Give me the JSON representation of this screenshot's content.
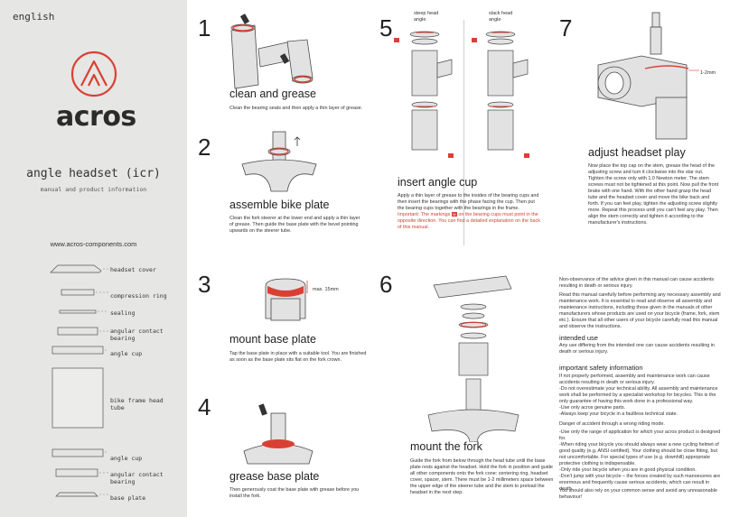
{
  "language": "english",
  "brand": "acros",
  "product": {
    "title": "angle headset (icr)",
    "subtitle": "manual and product information",
    "url": "www.acros-components.com"
  },
  "parts": [
    {
      "label": "headset cover"
    },
    {
      "label": "compression ring"
    },
    {
      "label": "sealing"
    },
    {
      "label": "angular contact bearing"
    },
    {
      "label": "angle cup"
    },
    {
      "label": "bike frame head tube"
    },
    {
      "label": "angle cup"
    },
    {
      "label": "angular contact bearing"
    },
    {
      "label": "base plate"
    }
  ],
  "steps": {
    "s1": {
      "num": "1",
      "title": "clean and grease",
      "text": "Clean the bearing seats and then apply a thin layer of grease."
    },
    "s2": {
      "num": "2",
      "title": "assemble bike plate",
      "text": "Clean the fork steerer at the lower end and apply a thin layer of grease. Then guide the base plate with the bevel pointing upwards on the steerer tube."
    },
    "s3": {
      "num": "3",
      "title": "mount base plate",
      "label": "max. 15mm",
      "text": "Tap the base plate in place with a suitable tool. You are finished as soon as the base plate sits flat on the fork crown."
    },
    "s4": {
      "num": "4",
      "title": "grease base plate",
      "text": "Then generously coat the base plate with grease before you install the fork."
    },
    "s5": {
      "num": "5",
      "title": "insert angle cup",
      "label_left": "steep head angle",
      "label_right": "slack head angle",
      "text_a": "Apply a thin layer of grease to the insides of the bearing cups and then insert the bearings with the phase facing the cup. Then put the bearing cups together with the bearings in the frame.",
      "text_b": "Important: The markings",
      "text_c": "on the bearing cups must point in the opposite direction. You can find a detailed explanation on the back of this manual."
    },
    "s6": {
      "num": "6",
      "title": "mount the fork",
      "text": "Guide the fork from below through the head tube until the base plate rests against the headset. Hold the fork in position and guide all other components onto the fork cone: centering ring, headset cover, spacer, stem. There must be 1-2 millimeters space between the upper edge of the steerer tube and the stem to preload the headset in the next step."
    },
    "s7": {
      "num": "7",
      "title": "adjust headset play",
      "label": "1-2mm",
      "text": "Now place the top cap on the stem, grease the head of the adjusting screw and turn it clockwise into the star nut. Tighten the screw only with 1.0 Newton meter. The stem screws must not be tightened at this point. Now pull the front brake with one hand. With the other hand grasp the head tube and the headset cover and move the bike back and forth. If you can feel play, tighten the adjusting screw slightly more. Repeat this process until you can't feel any play. Then align the stem correctly and tighten it according to the manufacturer's instructions."
    }
  },
  "marker": "M",
  "safety": {
    "intro1": "Non-observance of the advice given in this manual can cause accidents resulting in death or serious injury.",
    "intro2": "Read this manual carefully before performing any necessary assembly and maintenance work. It is essential to read and observe all assembly and maintenance instructions, including those given in the manuals of other manufacturers whose products are used on your bicycle (frame, fork, stem etc.). Ensure that all other users of your bicycle carefully read this manual and observe the instructions.",
    "intended_title": "intended use",
    "intended_text": "Any use differing from the intended one can cause accidents resulting in death or serious injury.",
    "safety_title": "important safety information",
    "safety_text": "If not properly performed, assembly and maintenance work can cause accidents resulting in death or serious injury.",
    "bullets1": [
      "-Do not overestimate your technical ability. All assembly and maintenance work shall be performed by a specialist workshop for bicycles. This is the only guarantee of having this work done in a professional way.",
      "-Use only acros genuine parts.",
      "-Always keep your bicycle in a faultless technical state."
    ],
    "danger_title": "Danger of accident through a wrong riding mode.",
    "bullets2": [
      "-Use only the range of application for which your acros product is designed for.",
      "-When riding your bicycle you should always wear a new cycling helmet of good quality (e.g. ANSI certified). Your clothing should be close fitting, but not uncomfortable. For special types of use (e.g. downhill) appropriate protective clothing is indispensable.",
      "-Only ride your bicycle when you are in good physical condition.",
      "-Don't jump with your bicycle – the forces created by such manoeuvres are enormous and frequently cause serious accidents, which can result in death."
    ],
    "closing": "You should also rely on your common sense and avoid any unreasonable behaviour!"
  },
  "colors": {
    "accent": "#d94033",
    "panel": "#e6e6e4",
    "line": "#4a4a4a",
    "fill": "#e2e2e2"
  }
}
